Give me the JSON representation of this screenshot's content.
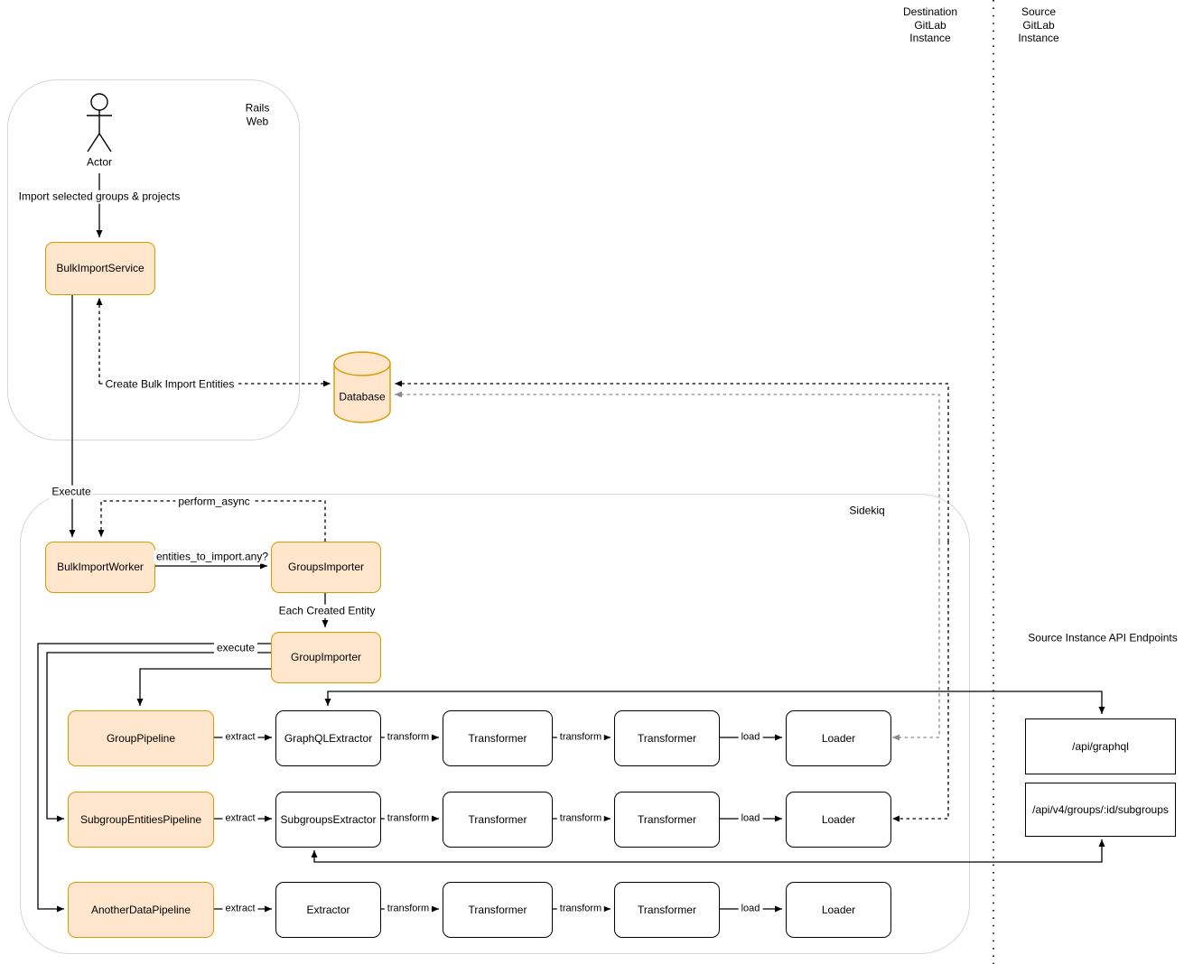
{
  "lanes": {
    "destination": "Destination\nGitLab\nInstance",
    "source": "Source\nGitLab\nInstance"
  },
  "containers": {
    "rails_web": "Rails\nWeb",
    "sidekiq": "Sidekiq"
  },
  "actor": {
    "label": "Actor"
  },
  "nodes": {
    "bulk_import_service": "BulkImportService",
    "database": "Database",
    "bulk_import_worker": "BulkImportWorker",
    "groups_importer": "GroupsImporter",
    "group_importer": "GroupImporter",
    "group_pipeline": "GroupPipeline",
    "graphql_extractor": "GraphQLExtractor",
    "subgroup_entities_pipeline": "SubgroupEntitiesPipeline",
    "subgroups_extractor": "SubgroupsExtractor",
    "another_data_pipeline": "AnotherDataPipeline",
    "extractor": "Extractor",
    "transformer": "Transformer",
    "loader": "Loader"
  },
  "edges": {
    "import_selected": "Import selected groups & projects",
    "create_entities": "Create Bulk Import Entities",
    "execute": "Execute",
    "perform_async": "perform_async",
    "entities_to_import": "entities_to_import.any?",
    "each_created_entity": "Each Created Entity",
    "group_execute": "execute",
    "extract": "extract",
    "transform": "transform",
    "load": "load"
  },
  "api": {
    "title": "Source Instance API Endpoints",
    "graphql": "/api/graphql",
    "subgroups": "/api/v4/groups/:id/subgroups"
  },
  "colors": {
    "node_fill": "#FFE6CC",
    "node_stroke": "#D79B00",
    "container_stroke": "#D6D6D6",
    "edge": "#000000",
    "edge_gray": "#8C8C8C"
  }
}
